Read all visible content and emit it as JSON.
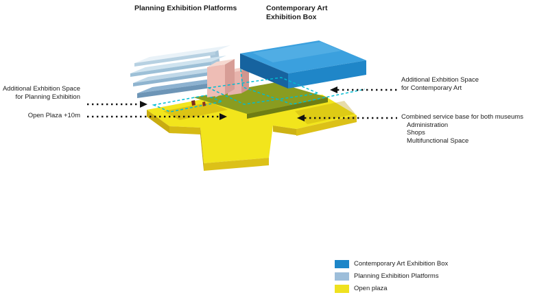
{
  "title_labels": {
    "planning_platforms": "Planning Exhibition Platforms",
    "contemporary_line1": "Contemporary Art",
    "contemporary_line2": "Exhibition Box"
  },
  "annotations_left": {
    "additional_line1": "Additional Exhbition Space",
    "additional_line2": "for Planning Exhibition",
    "open_plaza": "Open Plaza +10m"
  },
  "annotations_right": {
    "additional_line1": "Additional Exhbition Space",
    "additional_line2": "for Contemporary Art",
    "service_title": "Combined service base for both museums",
    "service_items": [
      "Administration",
      "Shops",
      "Multifunctional Space"
    ]
  },
  "legend": {
    "items": [
      {
        "label": "Contemporary Art Exhibition Box",
        "color": "#1d86c8"
      },
      {
        "label": "Planning Exhibition Platforms",
        "color": "#9dbeda"
      },
      {
        "label": "Open plaza",
        "color": "#efe11f"
      }
    ]
  },
  "colors": {
    "plaza_yellow": "#f2e51c",
    "contemporary_blue": "#1f86c8",
    "platform_blue": "#cfe3ef",
    "green_roof": "#8a9c20",
    "dashed_cyan": "#00bcd2",
    "arrow_black": "#111111"
  }
}
